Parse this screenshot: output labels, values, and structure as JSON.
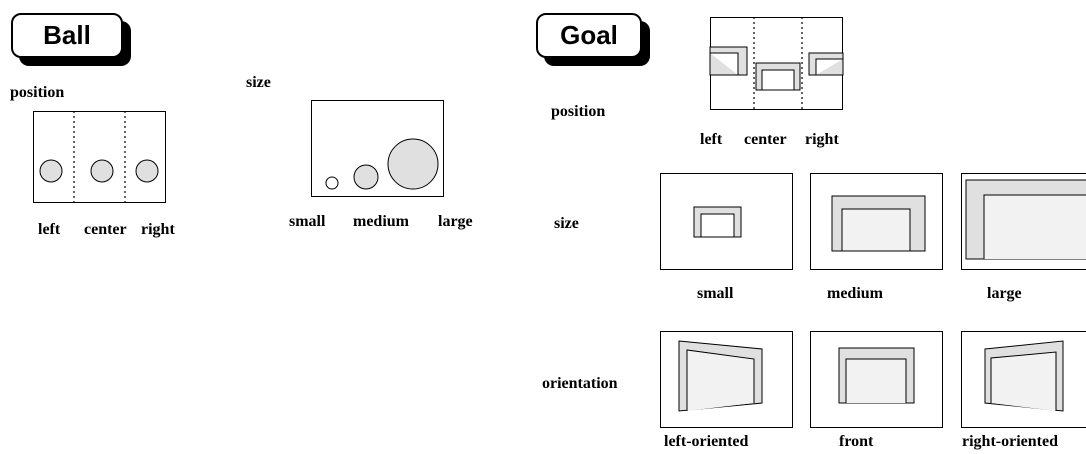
{
  "ball": {
    "title": "Ball",
    "position_label": "position",
    "position_options": [
      "left",
      "center",
      "right"
    ],
    "size_label": "size",
    "size_options": [
      "small",
      "medium",
      "large"
    ]
  },
  "goal": {
    "title": "Goal",
    "position_label": "position",
    "position_options": [
      "left",
      "center",
      "right"
    ],
    "size_label": "size",
    "size_options": [
      "small",
      "medium",
      "large"
    ],
    "orientation_label": "orientation",
    "orientation_options": [
      "left-oriented",
      "front",
      "right-oriented"
    ]
  },
  "colors": {
    "fill": "#e8e8e8",
    "stroke": "#000000"
  }
}
